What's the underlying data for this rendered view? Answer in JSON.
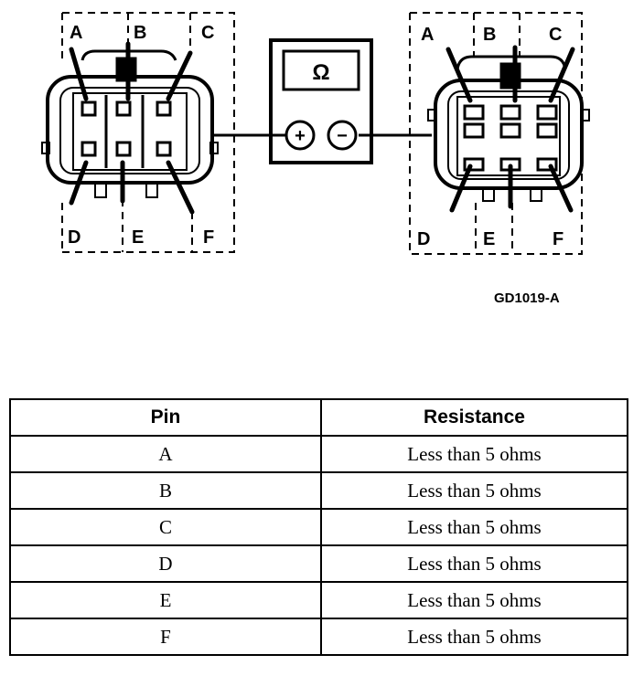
{
  "diagram": {
    "left_connector": {
      "pin_labels": [
        "A",
        "B",
        "C",
        "D",
        "E",
        "F"
      ]
    },
    "right_connector": {
      "pin_labels": [
        "A",
        "B",
        "C",
        "D",
        "E",
        "F"
      ]
    },
    "meter": {
      "symbol": "Ω",
      "plus_symbol": "+",
      "minus_symbol": "−"
    },
    "figure_id": "GD1019-A"
  },
  "table": {
    "headers": [
      "Pin",
      "Resistance"
    ],
    "rows": [
      [
        "A",
        "Less than 5 ohms"
      ],
      [
        "B",
        "Less than 5 ohms"
      ],
      [
        "C",
        "Less than 5 ohms"
      ],
      [
        "D",
        "Less than 5 ohms"
      ],
      [
        "E",
        "Less than 5 ohms"
      ],
      [
        "F",
        "Less than 5 ohms"
      ]
    ]
  }
}
